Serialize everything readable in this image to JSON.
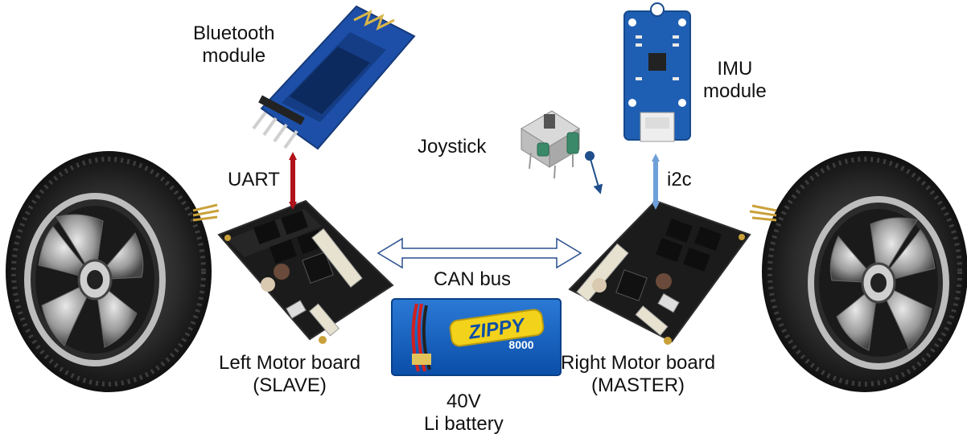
{
  "labels": {
    "bluetooth": [
      "Bluetooth",
      "module"
    ],
    "imu": [
      "IMU",
      "module"
    ],
    "joystick": "Joystick",
    "uart": "UART",
    "i2c": "i2c",
    "can_bus": "CAN bus",
    "left_board": [
      "Left Motor board",
      "(SLAVE)"
    ],
    "right_board": [
      "Right Motor board",
      "(MASTER)"
    ],
    "battery": [
      "40V",
      "Li battery"
    ]
  },
  "battery_brand": "ZIPPY",
  "battery_capacity": "8000",
  "colors": {
    "uart_arrow": "#b0121b",
    "i2c_arrow": "#6f9fd8",
    "joystick_arrow": "#1f4e8c",
    "can_arrow_stroke": "#2a4f8f",
    "board_pcb": "#1b1b1b",
    "bt_pcb": "#1d4fa8",
    "imu_pcb": "#1f5fb3",
    "battery_blue": "#0a5ab8",
    "battery_yellow": "#f3d21b"
  }
}
